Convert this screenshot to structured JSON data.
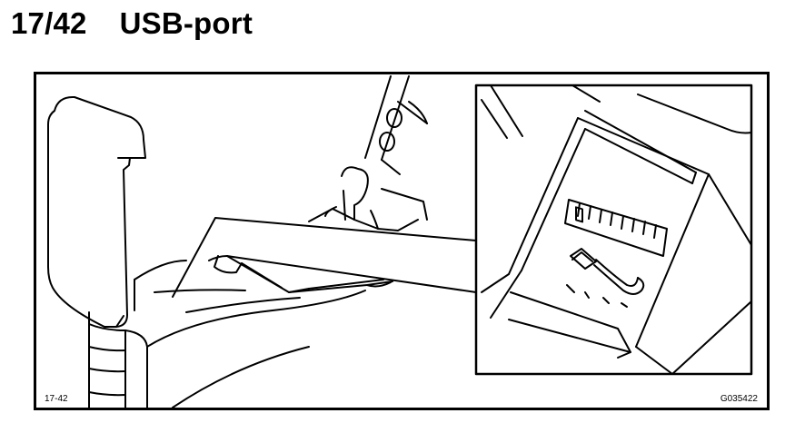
{
  "heading": {
    "section_number": "17/42",
    "section_title": "USB-port"
  },
  "figure": {
    "label": "17-42",
    "code": "G035422",
    "illustration": "line-drawing-center-console-armrest-usb-port"
  },
  "colors": {
    "line": "#000000",
    "background": "#ffffff"
  }
}
